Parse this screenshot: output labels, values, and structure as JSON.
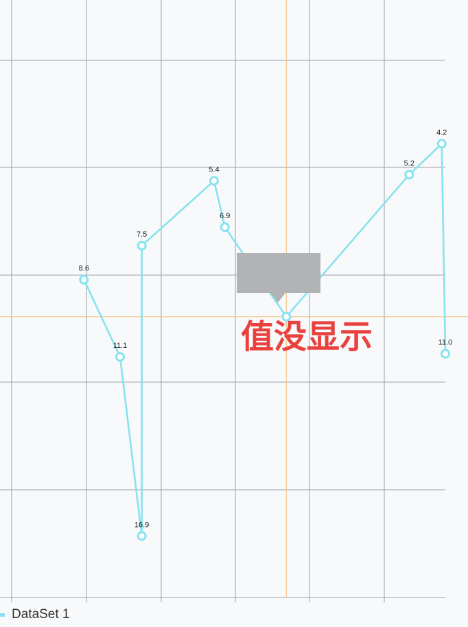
{
  "colors": {
    "series": "#86e3ef",
    "crosshair": "#f4c48a",
    "tooltip": "#b2b3b5",
    "annotation": "#e8413e",
    "grid": "#9aa0a6"
  },
  "annotation_text": "值没显示",
  "legend": {
    "label": "DataSet 1"
  },
  "chart_data": {
    "type": "line",
    "series": [
      {
        "name": "DataSet 1",
        "points": [
          {
            "x": 1.0,
            "y": 8.6,
            "label": "8.6"
          },
          {
            "x": 1.5,
            "y": 11.1,
            "label": "11.1"
          },
          {
            "x": 1.8,
            "y": 16.9,
            "label": "16.9"
          },
          {
            "x": 1.8,
            "y": 7.5,
            "label": "7.5"
          },
          {
            "x": 2.8,
            "y": 5.4,
            "label": "5.4"
          },
          {
            "x": 2.95,
            "y": 6.9,
            "label": "6.9"
          },
          {
            "x": 3.8,
            "y": 9.8,
            "label": ""
          },
          {
            "x": 5.5,
            "y": 5.2,
            "label": "5.2"
          },
          {
            "x": 5.95,
            "y": 4.2,
            "label": "4.2"
          },
          {
            "x": 6.0,
            "y": 11.0,
            "label": "11.0"
          }
        ]
      }
    ],
    "xlim": [
      0,
      6
    ],
    "ylim": [
      1.5,
      17.5
    ],
    "grid": true,
    "highlight": {
      "x": 3.8,
      "y": 9.8
    },
    "legend_position": "bottom-left"
  }
}
